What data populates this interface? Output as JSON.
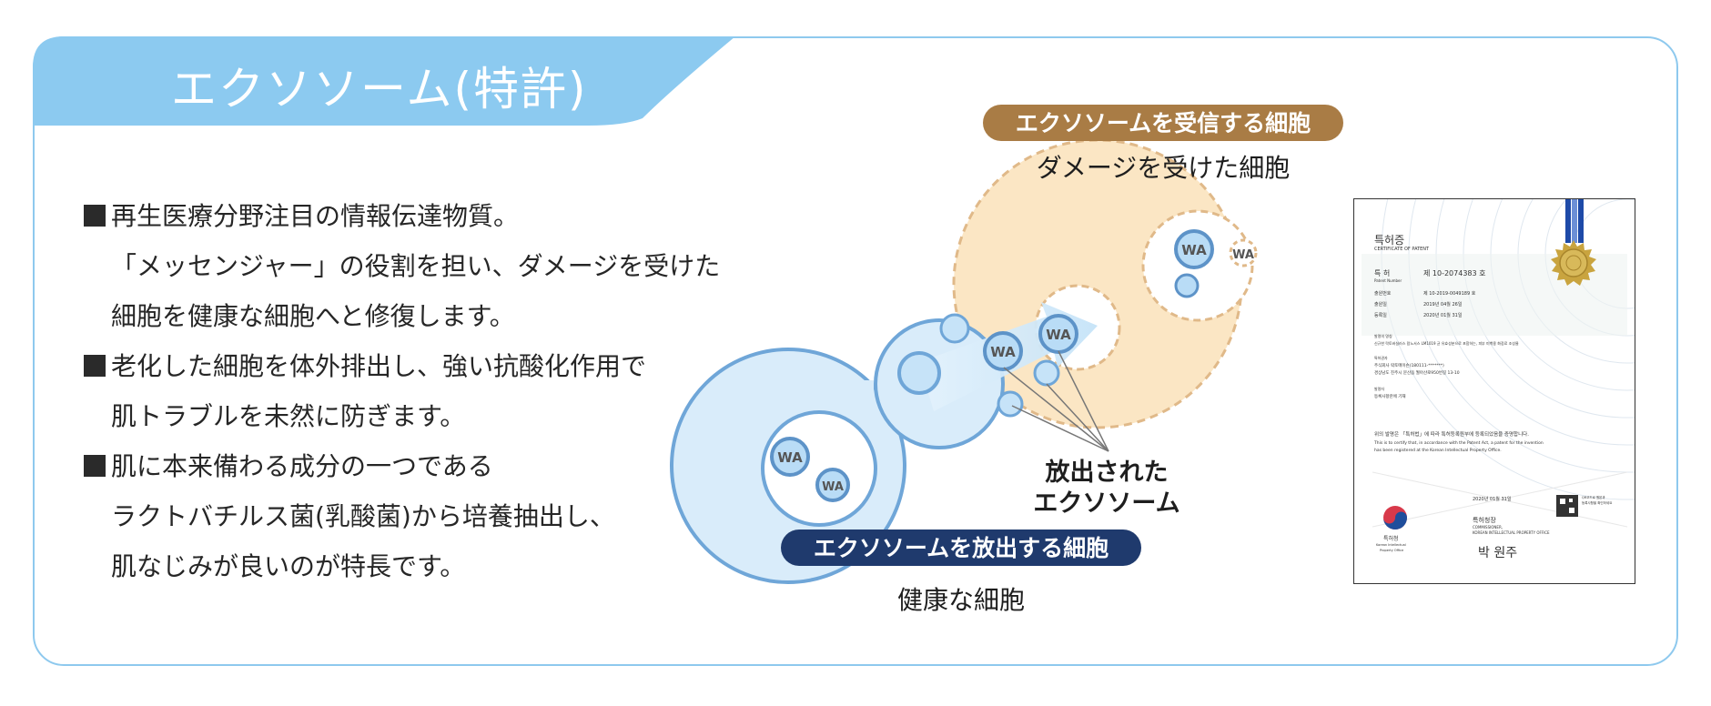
{
  "title": "エクソソーム(特許)",
  "colors": {
    "frame": "#8ec9ee",
    "tab": "#8ccaf0",
    "release_pill": "#1f3a6d",
    "receive_pill": "#a97c45",
    "release_cell": "#d9ecfa",
    "receive_cell": "#fbe6c4"
  },
  "description": [
    {
      "bullet": true,
      "text": "再生医療分野注目の情報伝達物質。"
    },
    {
      "bullet": false,
      "text": "「メッセンジャー」の役割を担い、ダメージを受けた"
    },
    {
      "bullet": false,
      "text": "細胞を健康な細胞へと修復します。"
    },
    {
      "bullet": true,
      "text": "老化した細胞を体外排出し、強い抗酸化作用で"
    },
    {
      "bullet": false,
      "text": "肌トラブルを未然に防ぎます。"
    },
    {
      "bullet": true,
      "text": "肌に本来備わる成分の一つである"
    },
    {
      "bullet": false,
      "text": "ラクトバチルス菌(乳酸菌)から培養抽出し、"
    },
    {
      "bullet": false,
      "text": "肌なじみが良いのが特長です。"
    }
  ],
  "diagram": {
    "receiving_label": "エクソソームを受信する細胞",
    "receiving_sub": "ダメージを受けた細胞",
    "released_label_1": "放出された",
    "released_label_2": "エクソソーム",
    "releasing_label": "エクソソームを放出する細胞",
    "releasing_sub": "健康な細胞",
    "vesicle_glyph": "WA"
  },
  "certificate": {
    "heading_ko": "특허증",
    "heading_en": "CERTIFICATE OF PATENT",
    "patent_label": "특 허",
    "patent_label_en": "Patent Number",
    "patent_number": "제 10-2074383 호",
    "app_label": "출원번호",
    "app_value": "제 10-2019-0049189 호",
    "filing_label": "출원일",
    "filing_value": "2019년 04월 26일",
    "reg_label": "등록일",
    "reg_value": "2020년 01월 31일",
    "invention_label": "발명의 명칭",
    "invention_value": "신규한 락토바실러스 람노서스 LM1019 균 유효성분으로 포함하는, 피부 미백용 화장료 조성물",
    "patentee_label": "특허권자",
    "patentee_value_1": "주식회사 락토메이슨(180111-*******)",
    "patentee_value_2": "경상남도 진주시 문산읍 월아산로950번길 13-10",
    "inventor_label": "발명자",
    "inventor_value": "등록사항란에 기재",
    "statement_ko": "위의 발명은 「특허법」에 따라 특허등록원부에 등록되었음을 증명합니다.",
    "statement_en_1": "This is to certify that, in accordance with the Patent Act, a patent for the invention",
    "statement_en_2": "has been registered at the Korean Intellectual Property Office.",
    "date": "2020년 01월 31일",
    "office_ko": "특허청장",
    "office_en_1": "COMMISSIONER,",
    "office_en_2": "KOREAN INTELLECTUAL PROPERTY OFFICE",
    "signature": "박 원주",
    "logo_ko": "특허청",
    "logo_en_1": "Korean Intellectual",
    "logo_en_2": "Property Office",
    "qr_note_1": "QR코드로 원본과",
    "qr_note_2": "등록사항을 확인하세요"
  }
}
